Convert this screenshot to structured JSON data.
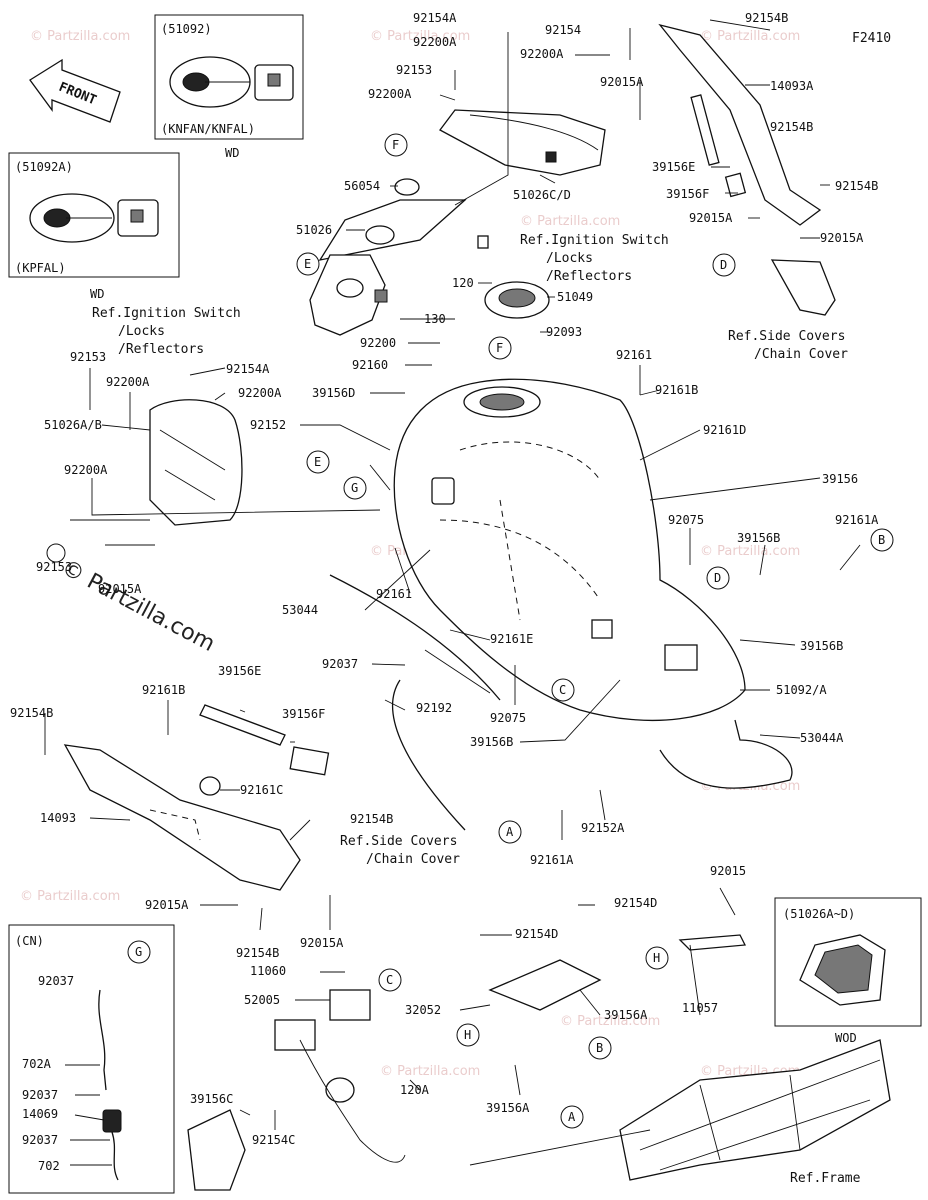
{
  "figure_code": "F2410",
  "front_label": "FRONT",
  "watermark": "© Partzilla.com",
  "insets": {
    "wd_top": {
      "code": "(51092)",
      "variant": "(KNFAN/KNFAL)",
      "note": "WD"
    },
    "wd_left": {
      "code": "(51092A)",
      "variant": "(KPFAL)",
      "note": "WD"
    },
    "cn": {
      "code": "(CN)"
    },
    "wod": {
      "code": "(51026A~D)",
      "note": "WOD"
    }
  },
  "references": {
    "ignition_1": "Ref.Ignition Switch",
    "ignition_2": "/Locks",
    "ignition_3": "/Reflectors",
    "side_1": "Ref.Side Covers",
    "side_2": "/Chain Cover",
    "frame": "Ref.Frame"
  },
  "callouts": {
    "A": "A",
    "B": "B",
    "C": "C",
    "D": "D",
    "E": "E",
    "F": "F",
    "G": "G",
    "H": "H"
  },
  "part_numbers": {
    "p01": "92154A",
    "p02": "92200A",
    "p03": "92154",
    "p04": "92200A",
    "p05": "92154B",
    "p06": "92153",
    "p07": "92200A",
    "p08": "92015A",
    "p09": "14093A",
    "p10": "56054",
    "p11": "51026C/D",
    "p12": "92154B",
    "p13": "39156E",
    "p14": "39156F",
    "p15": "92154B",
    "p16": "51026",
    "p17": "92015A",
    "p18": "92015A",
    "p19": "120",
    "p20": "51049",
    "p21": "130",
    "p22": "92093",
    "p23": "92200",
    "p24": "92161",
    "p25": "92160",
    "p26": "92161B",
    "p27": "92153",
    "p28": "92200A",
    "p29": "92154A",
    "p30": "92200A",
    "p31": "39156D",
    "p32": "92161D",
    "p33": "51026A/B",
    "p34": "92152",
    "p35": "39156",
    "p36": "92200A",
    "p37": "92075",
    "p38": "39156B",
    "p39": "92161A",
    "p40": "92153",
    "p41": "92015A",
    "p42": "92161",
    "p43": "53044",
    "p44": "92161E",
    "p45": "39156B",
    "p46": "92037",
    "p47": "39156E",
    "p48": "51092/A",
    "p49": "92192",
    "p50": "92075",
    "p51": "92161B",
    "p52": "39156F",
    "p53": "53044A",
    "p54": "92154B",
    "p55": "39156B",
    "p56": "92161C",
    "p57": "14093",
    "p58": "92152A",
    "p59": "92154B",
    "p60": "92161A",
    "p61": "92015A",
    "p62": "92154B",
    "p63": "92015A",
    "p64": "92015",
    "p65": "92154D",
    "p66": "92154D",
    "p67": "11060",
    "p68": "92037",
    "p69": "52005",
    "p70": "32052",
    "p71": "39156A",
    "p72": "11057",
    "p73": "702A",
    "p74": "39156C",
    "p75": "92037",
    "p76": "14069",
    "p77": "120A",
    "p78": "39156A",
    "p79": "92037",
    "p80": "92154C",
    "p81": "702"
  },
  "colors": {
    "line": "#111111",
    "watermark": "#d9a3a3",
    "background": "#ffffff"
  }
}
